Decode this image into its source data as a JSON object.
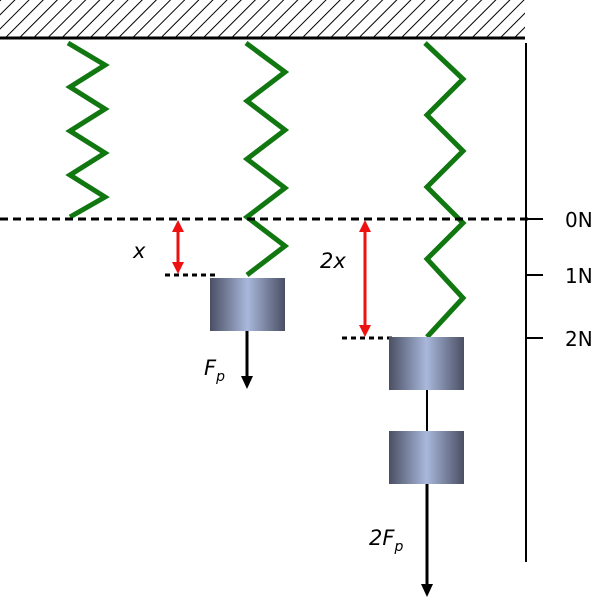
{
  "labels": {
    "x": "x",
    "two_x": "2x",
    "force_single": "F",
    "force_single_sub": "p",
    "force_double": "2F",
    "force_double_sub": "p"
  },
  "scale": {
    "ticks": [
      {
        "label": "0N",
        "value": 0
      },
      {
        "label": "1N",
        "value": 1
      },
      {
        "label": "2N",
        "value": 2
      }
    ]
  },
  "colors": {
    "spring": "#117711",
    "arrow": "#ee1111",
    "line": "#000000",
    "weight_edge": "#4a4f63",
    "weight_mid": "#a9b8dc"
  }
}
